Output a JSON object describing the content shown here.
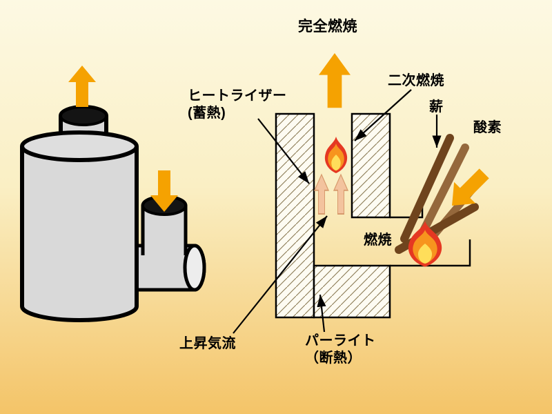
{
  "diagram": {
    "labels": {
      "complete_combustion": "完全燃焼",
      "secondary_combustion": "二次燃焼",
      "heat_riser_line1": "ヒートライザー",
      "heat_riser_line2": "(蓄熱)",
      "firewood": "薪",
      "oxygen": "酸素",
      "combustion": "燃焼",
      "updraft": "上昇気流",
      "perlite_line1": "パーライト",
      "perlite_line2": "（断熱）"
    }
  },
  "colors": {
    "arrow_orange": "#F5A201",
    "arrow_peach": "#F3C39E",
    "flame_outer": "#E53822",
    "flame_mid": "#F7941E",
    "flame_inner": "#FFDE5A",
    "wood_dark": "#6F441D",
    "wood_light": "#95683C",
    "stove_gray": "#D9D9D9",
    "background_top": "#FDF9E3",
    "background_bottom": "#F4C468"
  }
}
